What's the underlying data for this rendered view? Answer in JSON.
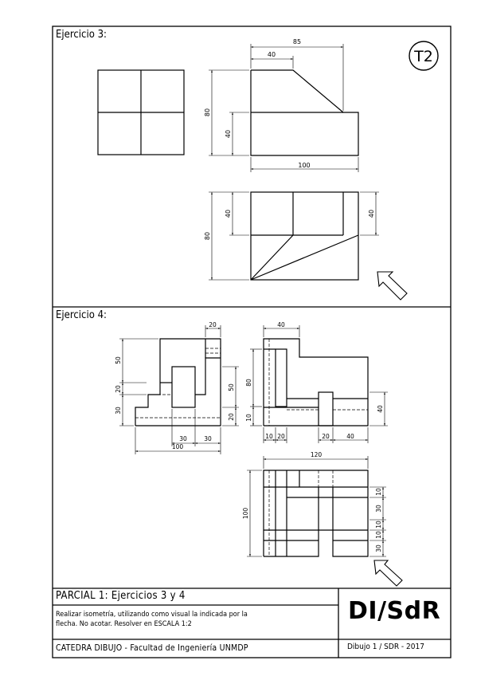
{
  "exercise3": {
    "title": "Ejercicio 3:",
    "badge": "T2",
    "dims": {
      "d85": "85",
      "d40_top": "40",
      "d80_left": "80",
      "d40_left": "40",
      "d100": "100",
      "d40_plan_left": "40",
      "d80_plan_left": "80",
      "d40_plan_right": "40"
    }
  },
  "exercise4": {
    "title": "Ejercicio 4:",
    "dims": {
      "d20_top": "20",
      "d50_left": "50",
      "d20_left": "20",
      "d30_left": "30",
      "d50_right": "50",
      "d20_right": "20",
      "d30_b1": "30",
      "d30_b2": "30",
      "d100": "100",
      "d40_side_top": "40",
      "d80_side": "80",
      "d10_side": "10",
      "d40_side_right": "40",
      "d10_b1": "10",
      "d20_b2": "20",
      "d20_b3": "20",
      "d40_b4": "40",
      "d120": "120",
      "d100_plan": "100",
      "r10a": "10",
      "r30a": "30",
      "r10b": "10",
      "r10c": "10",
      "r30b": "30"
    }
  },
  "title_block": {
    "heading": "PARCIAL 1: Ejercicios 3 y 4",
    "instructions_line1": "Realizar isometría, utilizando como visual la indicada por la",
    "instructions_line2": "flecha. No acotar. Resolver en ESCALA 1:2",
    "footer": "CATEDRA DIBUJO - Facultad de Ingeniería UNMDP",
    "logo": "DI/SdR",
    "drawing_ref": "Dibujo 1 / SDR - 2017"
  }
}
